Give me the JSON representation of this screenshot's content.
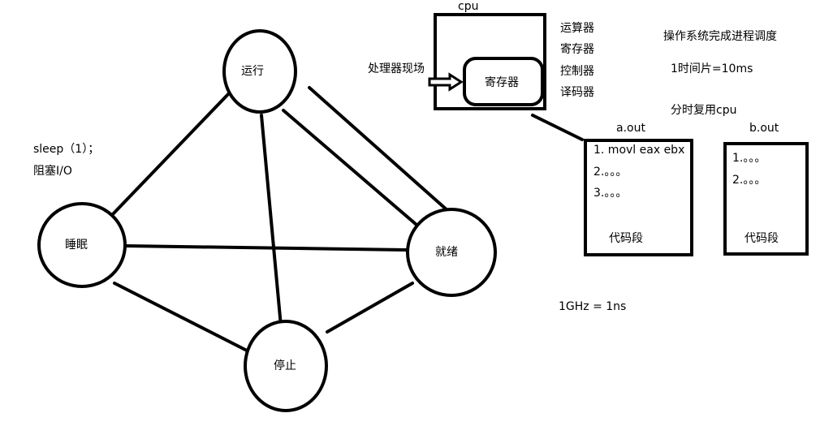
{
  "states": {
    "running": "运行",
    "sleeping": "睡眠",
    "ready": "就绪",
    "stopped": "停止"
  },
  "sleep_note": [
    "sleep（1）；",
    "阻塞I/O"
  ],
  "cpu": {
    "title": "cpu",
    "register_box": "寄存器",
    "context_label": "处理器现场",
    "components": [
      "运算器",
      "寄存器",
      "控制器",
      "译码器"
    ]
  },
  "scheduling": {
    "title": "操作系统完成进程调度",
    "time_slice": "1时间片=10ms",
    "time_sharing": "分时复用cpu"
  },
  "a_out": {
    "name": "a.out",
    "lines": [
      "1. movl eax ebx",
      "2.。。。",
      "3.。。。"
    ],
    "segment": "代码段"
  },
  "b_out": {
    "name": "b.out",
    "lines": [
      "1.。。。",
      "2.。。。"
    ],
    "segment": "代码段"
  },
  "clock": "1GHz = 1ns",
  "colors": {
    "ink": "#000000",
    "paper": "#ffffff"
  }
}
